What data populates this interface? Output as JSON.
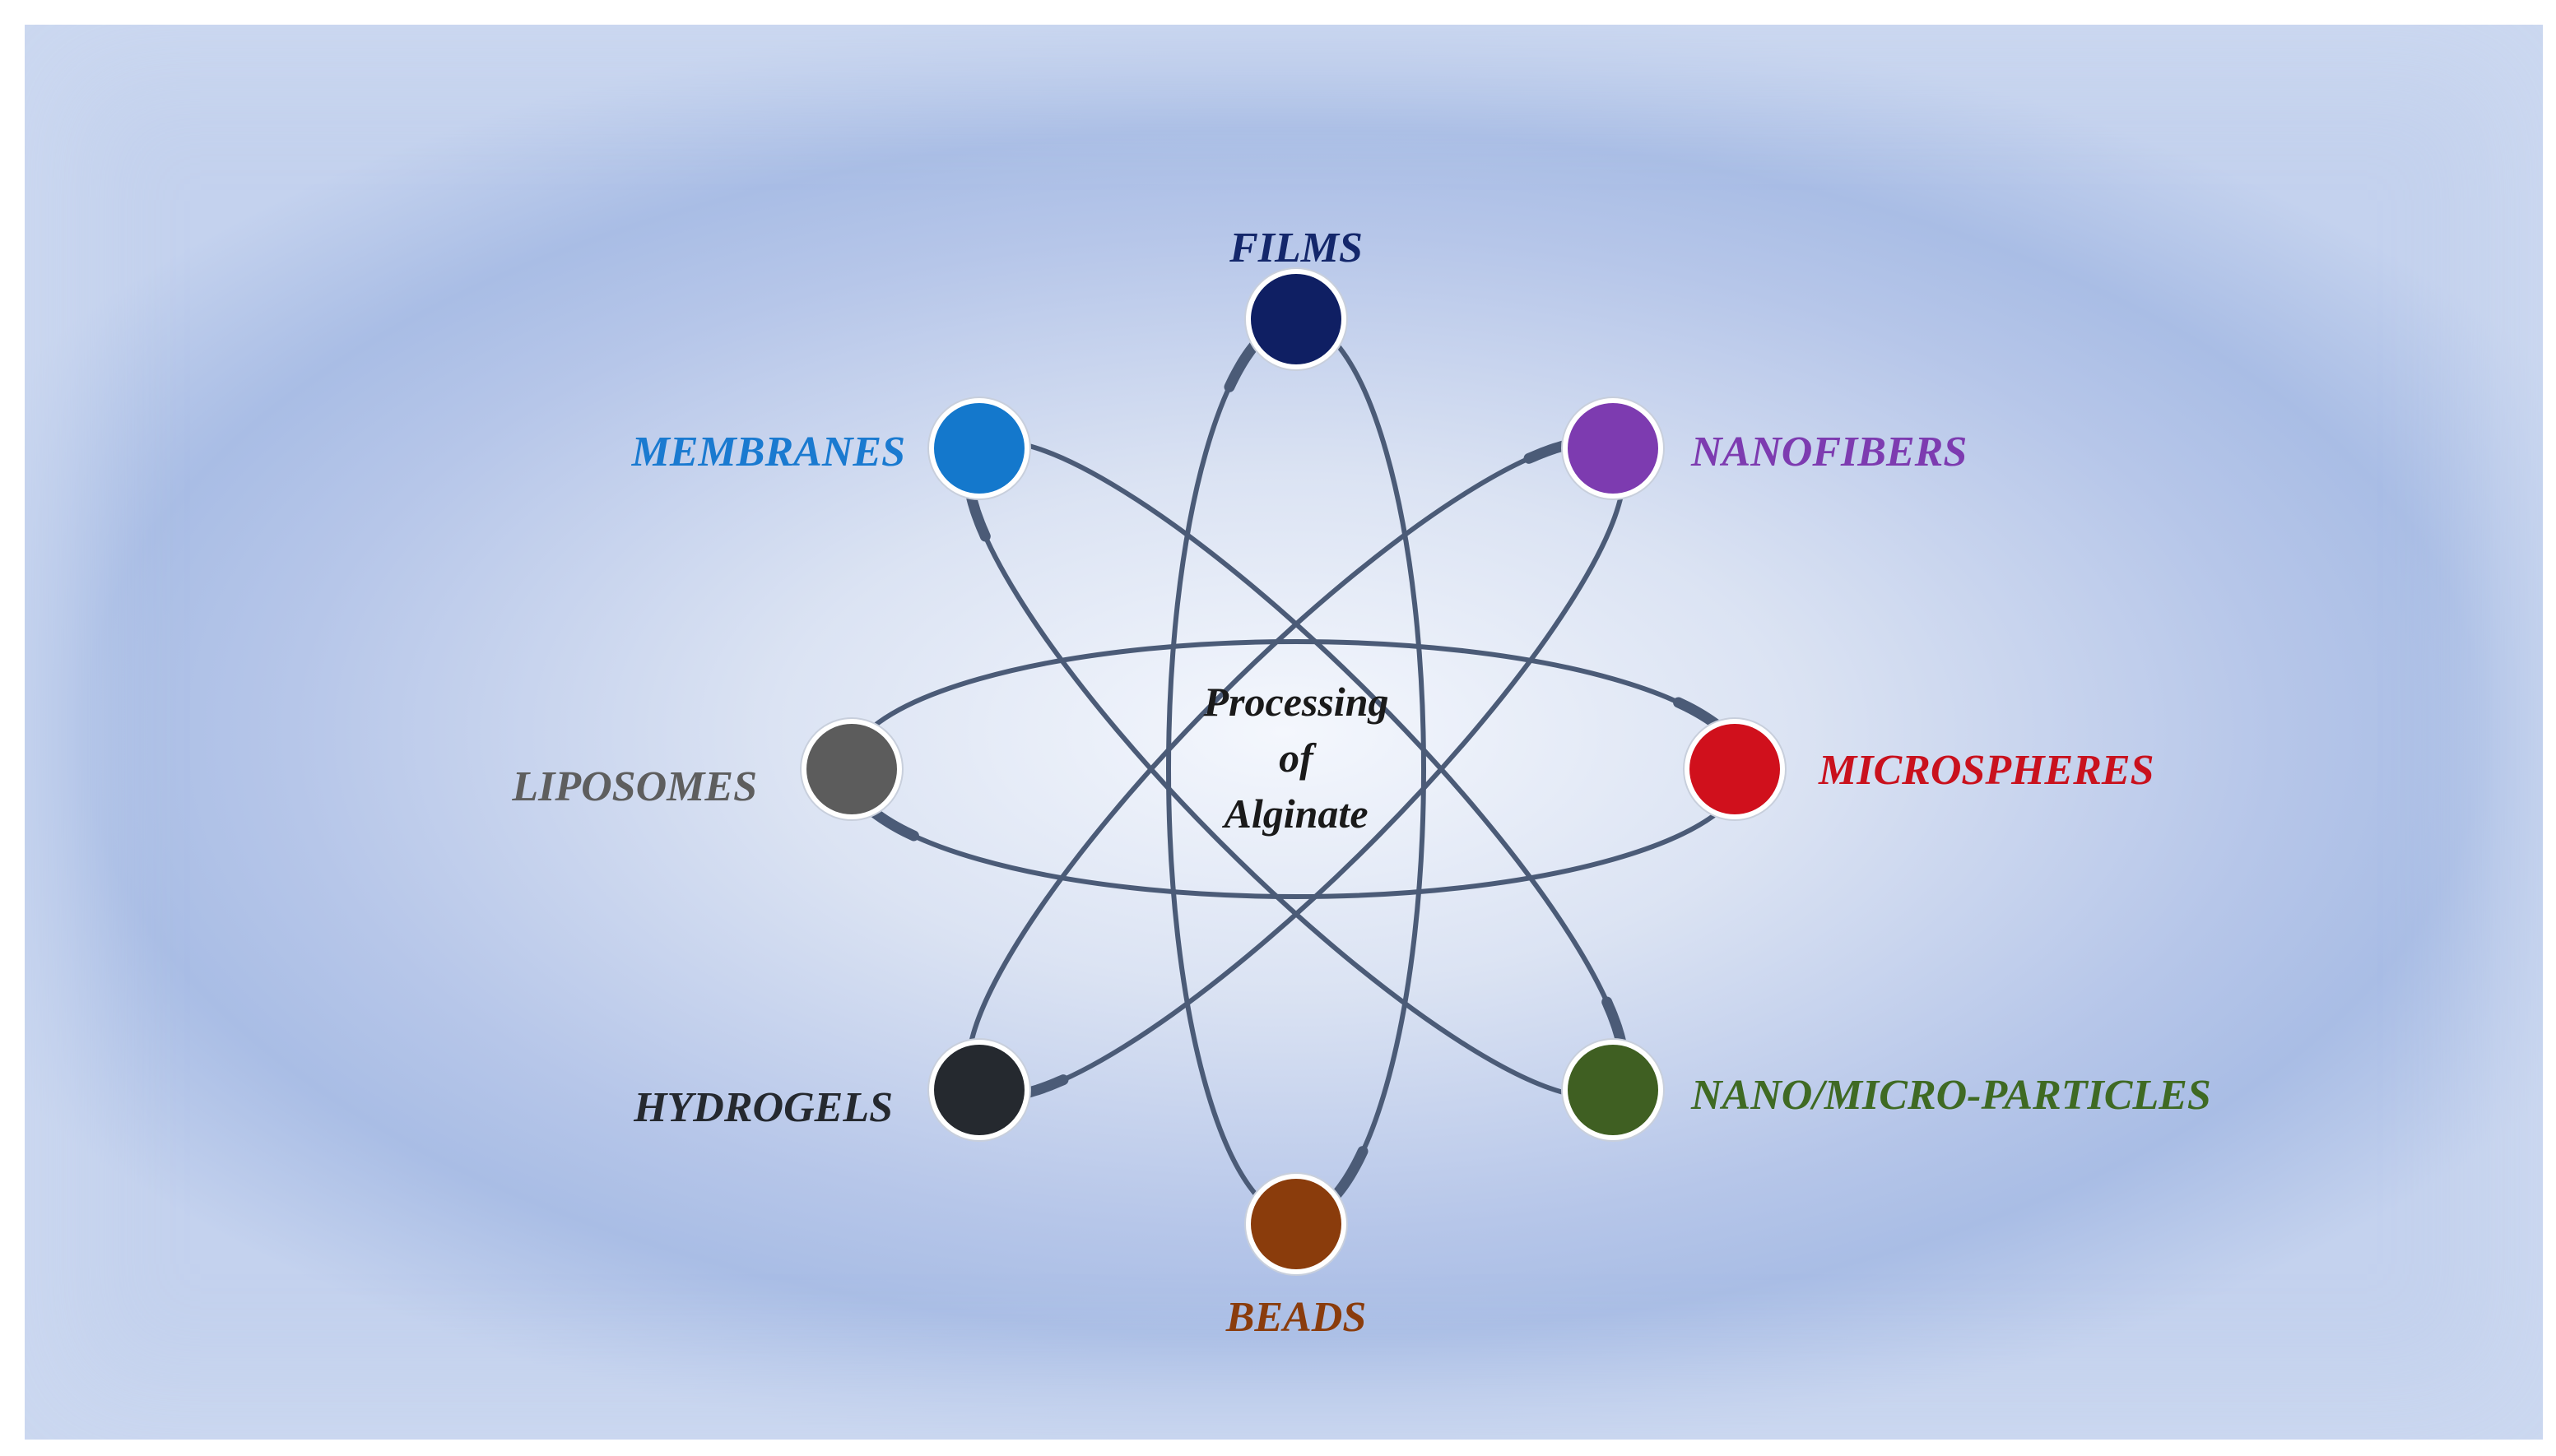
{
  "center": {
    "line1": "Processing",
    "line2": "of",
    "line3": "Alginate"
  },
  "nodes": [
    {
      "key": "films",
      "label": "FILMS",
      "color": "#0f1f63",
      "label_color": "#14276b"
    },
    {
      "key": "nanofibers",
      "label": "NANOFIBERS",
      "color": "#7d3bb0",
      "label_color": "#7d3bb0"
    },
    {
      "key": "microspheres",
      "label": "MICROSPHERES",
      "color": "#d0101c",
      "label_color": "#c9111d"
    },
    {
      "key": "nanomicroparticles",
      "label": "NANO/MICRO-PARTICLES",
      "color": "#3f5f22",
      "label_color": "#3f6a23"
    },
    {
      "key": "beads",
      "label": "BEADS",
      "color": "#8a3c0c",
      "label_color": "#8a3c0c"
    },
    {
      "key": "hydrogels",
      "label": "HYDROGELS",
      "color": "#25292f",
      "label_color": "#25292f"
    },
    {
      "key": "liposomes",
      "label": "LIPOSOMES",
      "color": "#5c5c5c",
      "label_color": "#5e5e5e"
    },
    {
      "key": "membranes",
      "label": "MEMBRANES",
      "color": "#1478cc",
      "label_color": "#1a7ad0"
    }
  ],
  "colors": {
    "orbit": "#4b5b77",
    "node_border": "#ffffff"
  }
}
